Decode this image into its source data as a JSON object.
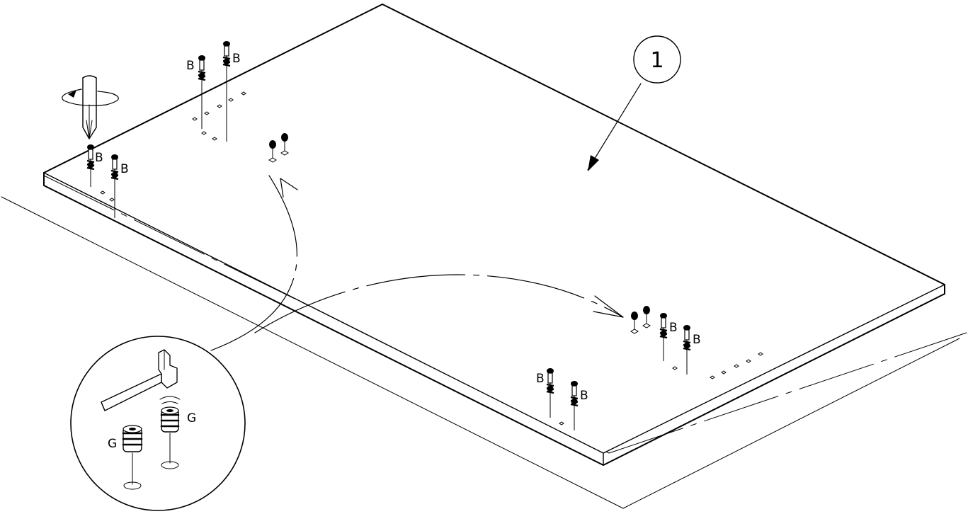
{
  "part_callout": {
    "number": "1"
  },
  "screw_label": "B",
  "insert_label": "G",
  "colors": {
    "line": "#000000",
    "background": "#ffffff"
  }
}
